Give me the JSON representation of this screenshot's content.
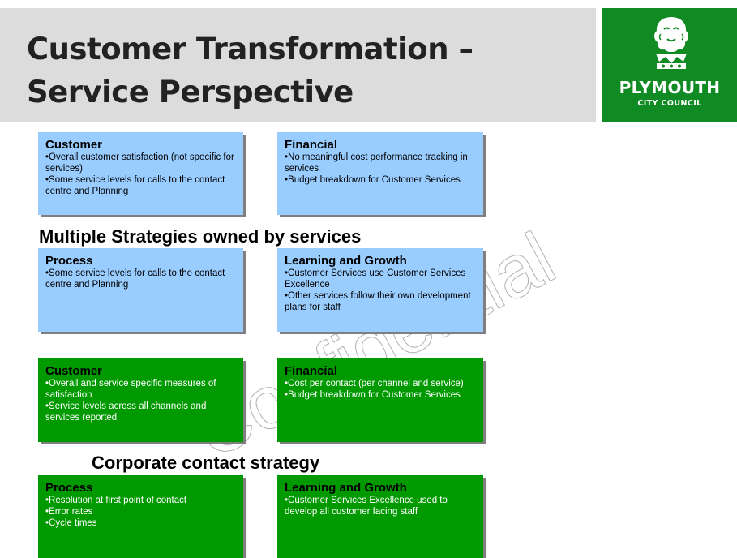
{
  "slide": {
    "title_line1": "Customer Transformation –",
    "title_line2": "Service Perspective"
  },
  "logo": {
    "name": "PLYMOUTH",
    "subtitle": "CITY COUNCIL",
    "icon": "lion-crest-icon",
    "color": "#108a22"
  },
  "watermark": {
    "text": "Confidential"
  },
  "current": {
    "section_label": "Multiple Strategies owned by services",
    "color": "#99ccff",
    "customer": {
      "title": "Customer",
      "lines": [
        "Overall customer satisfaction (not specific for services)",
        "Some service levels for calls to the contact centre and Planning"
      ]
    },
    "financial": {
      "title": "Financial",
      "lines": [
        "No meaningful cost performance tracking in services",
        "Budget breakdown for Customer Services"
      ]
    },
    "process": {
      "title": "Process",
      "lines": [
        "Some service levels for calls to the contact centre and Planning"
      ]
    },
    "learning": {
      "title": "Learning and Growth",
      "lines": [
        "Customer Services use Customer Services Excellence",
        "Other services follow their own development plans for staff"
      ]
    }
  },
  "future": {
    "section_label": "Corporate contact strategy",
    "color": "#009900",
    "customer": {
      "title": "Customer",
      "lines": [
        "Overall and service specific measures of satisfaction",
        "Service levels across all channels and services reported"
      ]
    },
    "financial": {
      "title": "Financial",
      "lines": [
        "Cost per contact (per channel and service)",
        "Budget breakdown for Customer Services"
      ]
    },
    "process": {
      "title": "Process",
      "lines": [
        "Resolution at first point of contact",
        "Error rates",
        "Cycle times"
      ]
    },
    "learning": {
      "title": "Learning and Growth",
      "lines": [
        "Customer Services Excellence used to develop all customer facing staff"
      ]
    }
  }
}
